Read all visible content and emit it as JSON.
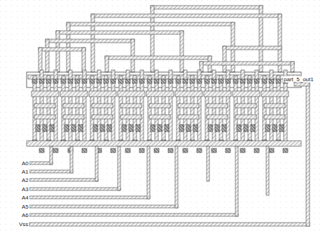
{
  "diagram": {
    "labels": [
      "part_5_out1",
      "A0",
      "A1",
      "A2",
      "A3",
      "A4",
      "A5",
      "A6",
      "Vss"
    ]
  }
}
